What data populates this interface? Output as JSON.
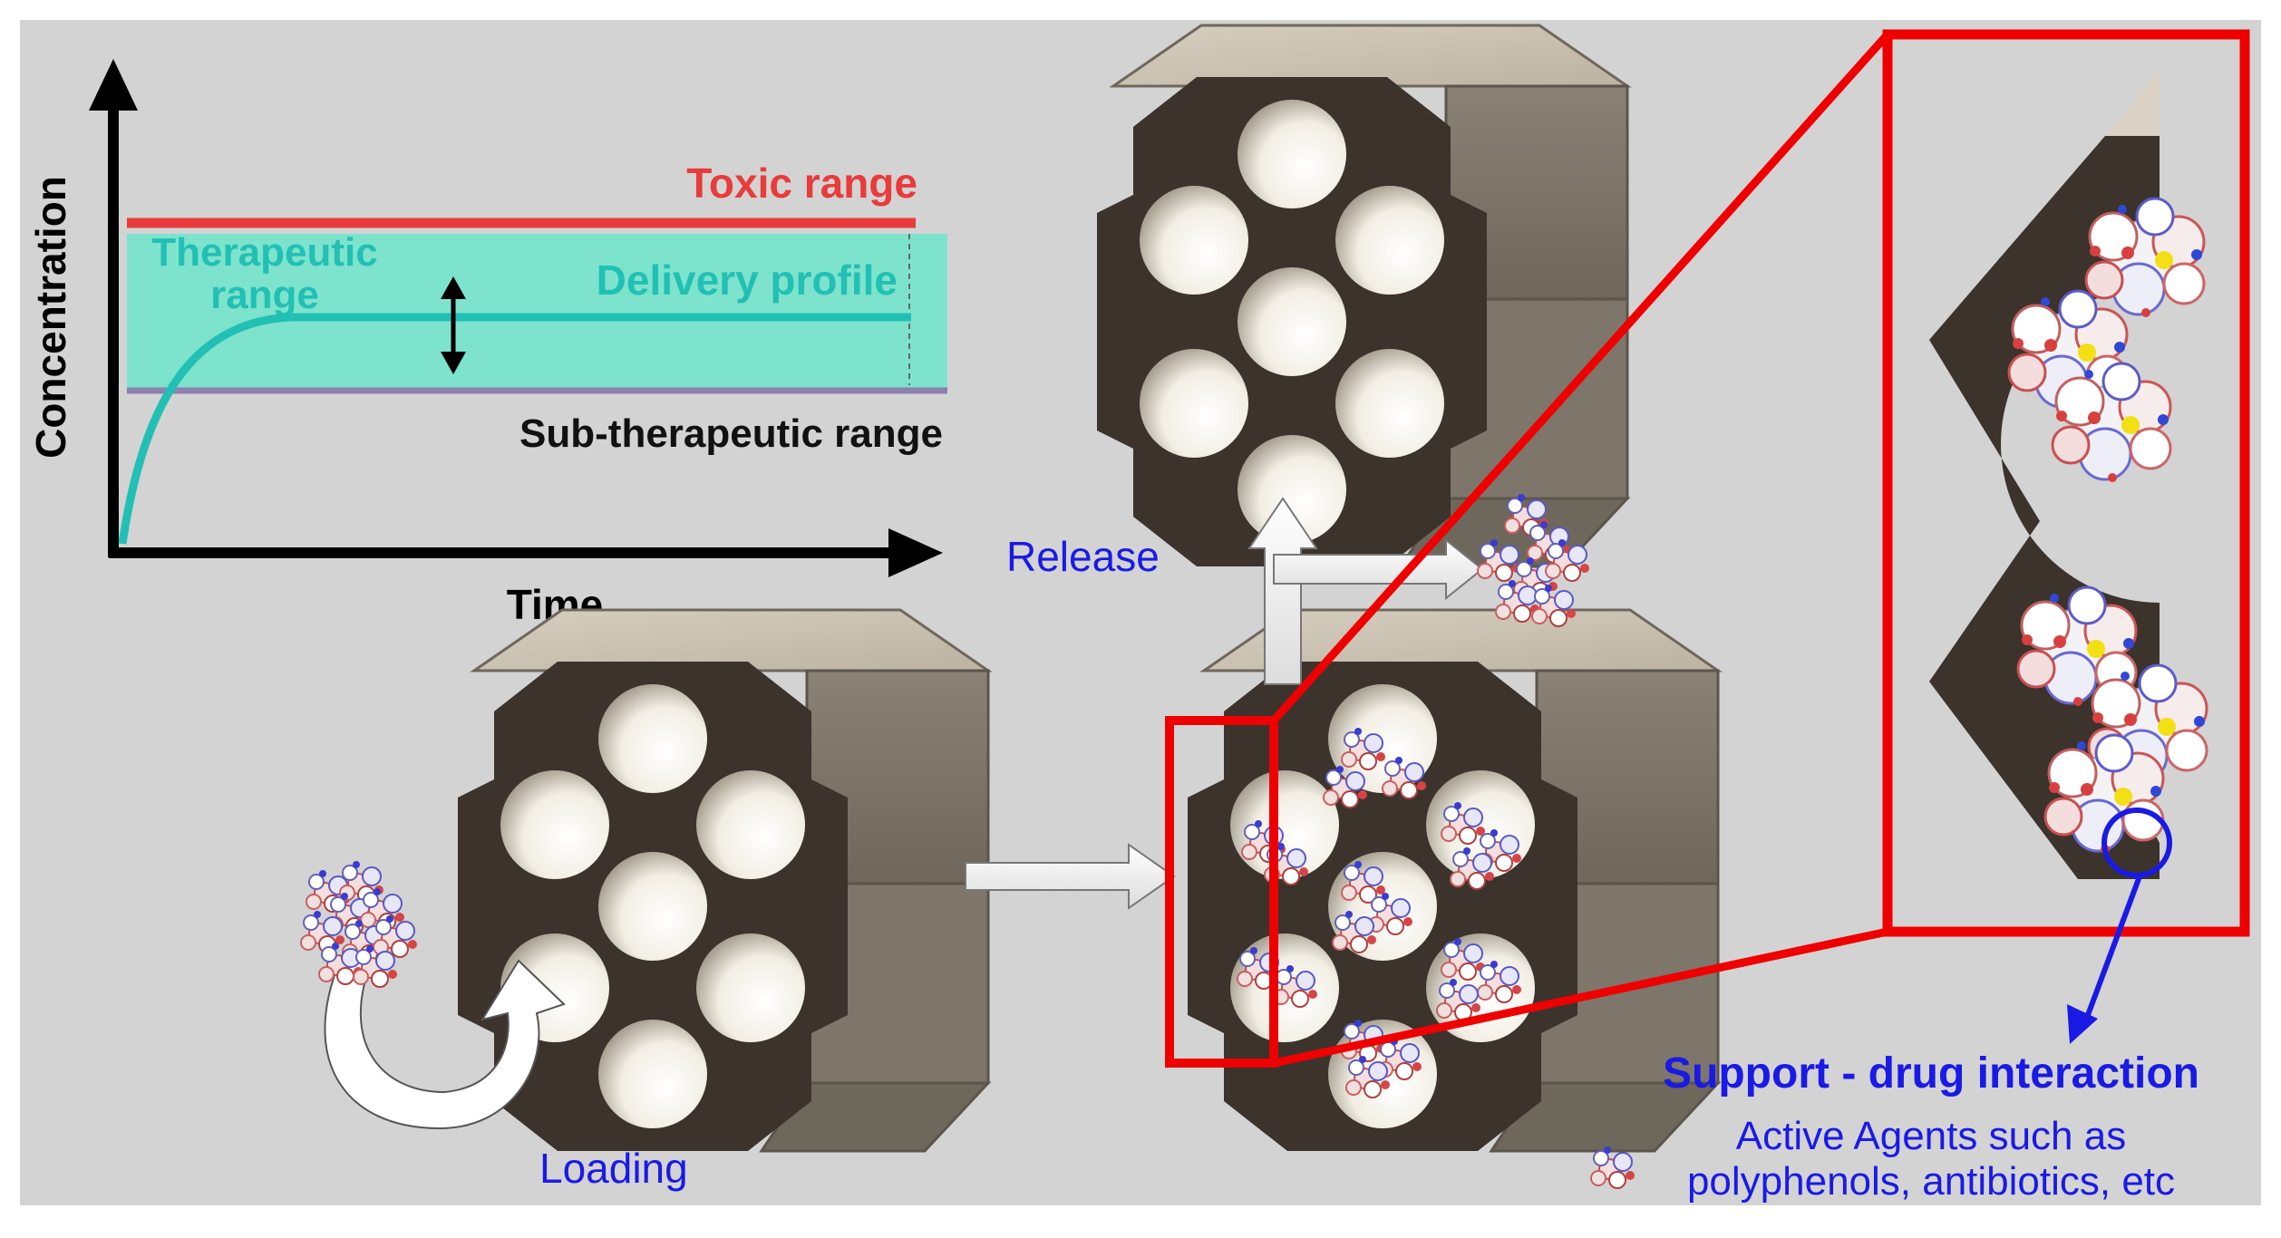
{
  "graph": {
    "y_axis_label": "Concentration",
    "x_axis_label": "Time",
    "toxic_label": "Toxic range",
    "therapeutic_label_line1": "Therapeutic",
    "therapeutic_label_line2": "range",
    "delivery_label": "Delivery profile",
    "sub_therapeutic_label": "Sub-therapeutic range"
  },
  "process": {
    "release_label": "Release",
    "loading_label": "Loading"
  },
  "zoom": {
    "interaction_label": "Support - drug interaction"
  },
  "legend": {
    "line1": "Active Agents such as",
    "line2": "polyphenols, antibiotics, etc"
  },
  "colors": {
    "background": "#d3d3d3",
    "toxic": "#ea3b3b",
    "therapeutic": "#22c0b4",
    "band": "#7de3cd",
    "sub": "#8e80b0",
    "support": "#3b332c",
    "highlight": "#ee0000",
    "annotation": "#1a1ae6"
  }
}
